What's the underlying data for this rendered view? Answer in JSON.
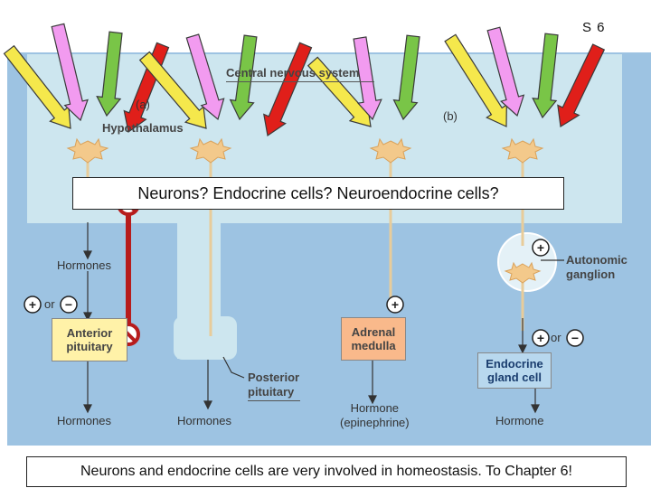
{
  "slide_number": "S 6",
  "question_banner": "Neurons? Endocrine cells? Neuroendocrine cells?",
  "footer_text": "Neurons and endocrine cells are very involved in homeostasis. To Chapter 6!",
  "diagram": {
    "cns_label": "Central nervous system",
    "panel_a": "(a)",
    "panel_b": "(b)",
    "hypothalamus": "Hypothalamus",
    "hormones_top": "Hormones",
    "or_left": "or",
    "or_right": "or",
    "plus": "+",
    "minus": "−",
    "anterior_pituitary_l1": "Anterior",
    "anterior_pituitary_l2": "pituitary",
    "posterior_pituitary_l1": "Posterior",
    "posterior_pituitary_l2": "pituitary",
    "adrenal_medulla_l1": "Adrenal",
    "adrenal_medulla_l2": "medulla",
    "autonomic_ganglion_l1": "Autonomic",
    "autonomic_ganglion_l2": "ganglion",
    "endocrine_gland_l1": "Endocrine",
    "endocrine_gland_l2": "gland cell",
    "hormones_bottom_1": "Hormones",
    "hormones_bottom_2": "Hormones",
    "hormone_epi_l1": "Hormone",
    "hormone_epi_l2": "(epinephrine)",
    "hormone_last": "Hormone"
  },
  "colors": {
    "panel_bg": "#9dc3e2",
    "cns_bg": "#cde6ef",
    "anterior_fill": "#fff2a8",
    "adrenal_fill": "#f9b98b",
    "endocrine_fill": "#b8d8ee",
    "arrow_yellow": "#f5e84c",
    "arrow_pink": "#f29bf0",
    "arrow_green": "#79c547",
    "arrow_red": "#e01f1a",
    "inhibit_red": "#b71c1c"
  },
  "arrows": [
    {
      "color": "yellow",
      "icon": "yellow-arrow-icon"
    },
    {
      "color": "pink",
      "icon": "pink-arrow-icon"
    },
    {
      "color": "green",
      "icon": "green-arrow-icon"
    },
    {
      "color": "red",
      "icon": "red-arrow-icon"
    },
    {
      "color": "yellow",
      "icon": "yellow-arrow-icon"
    },
    {
      "color": "pink",
      "icon": "pink-arrow-icon"
    },
    {
      "color": "green",
      "icon": "green-arrow-icon"
    },
    {
      "color": "red",
      "icon": "red-arrow-icon"
    },
    {
      "color": "yellow",
      "icon": "yellow-arrow-icon"
    },
    {
      "color": "pink",
      "icon": "pink-arrow-icon"
    },
    {
      "color": "green",
      "icon": "green-arrow-icon"
    },
    {
      "color": "yellow",
      "icon": "yellow-arrow-icon"
    },
    {
      "color": "pink",
      "icon": "pink-arrow-icon"
    },
    {
      "color": "green",
      "icon": "green-arrow-icon"
    },
    {
      "color": "red",
      "icon": "red-arrow-icon"
    }
  ]
}
